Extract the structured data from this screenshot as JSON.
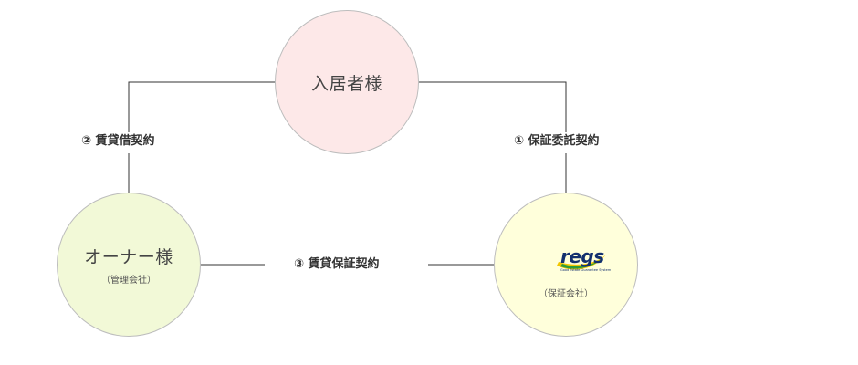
{
  "nodes": {
    "tenant": {
      "title": "入居者様"
    },
    "owner": {
      "title": "オーナー様",
      "subtitle": "（管理会社）"
    },
    "guarantor": {
      "logo_text": "regs",
      "logo_tagline": "Good Estate Guarantee System",
      "subtitle": "（保証会社）"
    }
  },
  "edges": {
    "rental": {
      "label": "② 賃貸借契約"
    },
    "consignment": {
      "label": "① 保証委託契約"
    },
    "guarantee": {
      "label": "③ 賃貸保証契約"
    }
  },
  "colors": {
    "tenant_fill": "#fde8e8",
    "owner_fill": "#f2f9d7",
    "guarantor_fill": "#ffffdb",
    "line": "#333333",
    "logo_navy": "#14306e",
    "logo_yellow": "#f2c600",
    "logo_green": "#2e9b3a"
  }
}
